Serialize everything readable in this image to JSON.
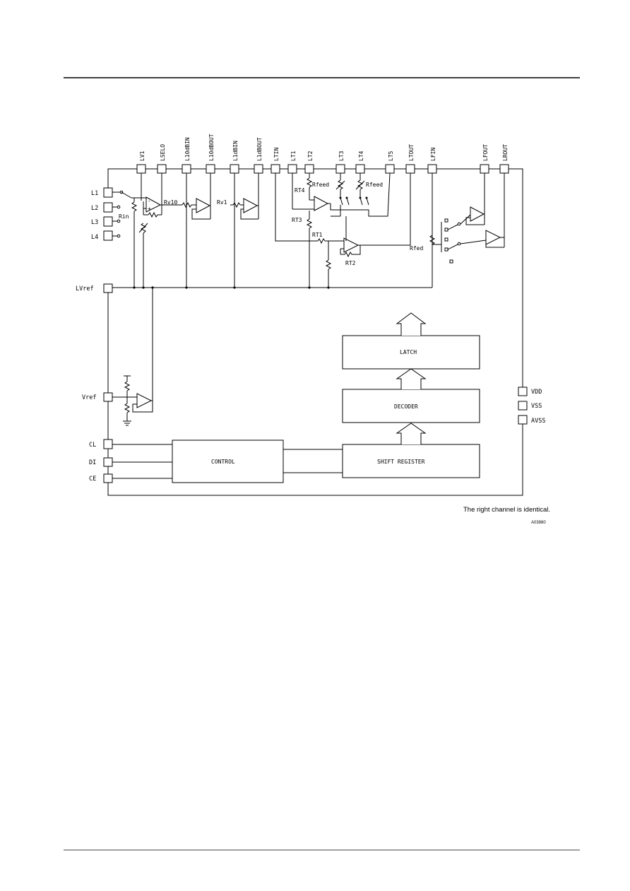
{
  "top_pins": [
    {
      "id": "LV1",
      "label": "LV1"
    },
    {
      "id": "LSELO",
      "label": "LSELO"
    },
    {
      "id": "L10dBIN",
      "label": "L10dBIN"
    },
    {
      "id": "L10dBOUT",
      "label": "L10dBOUT"
    },
    {
      "id": "L1dBIN",
      "label": "L1dBIN"
    },
    {
      "id": "L1dBOUT",
      "label": "L1dBOUT"
    },
    {
      "id": "LTIN",
      "label": "LTIN"
    },
    {
      "id": "LT1",
      "label": "LT1"
    },
    {
      "id": "LT2",
      "label": "LT2"
    },
    {
      "id": "LT3",
      "label": "LT3"
    },
    {
      "id": "LT4",
      "label": "LT4"
    },
    {
      "id": "LT5",
      "label": "LT5"
    },
    {
      "id": "LTOUT",
      "label": "LTOUT"
    },
    {
      "id": "LFIN",
      "label": "LFIN"
    },
    {
      "id": "LFOUT",
      "label": "LFOUT"
    },
    {
      "id": "LROUT",
      "label": "LROUT"
    }
  ],
  "left_pins": [
    {
      "id": "L1",
      "label": "L1"
    },
    {
      "id": "L2",
      "label": "L2"
    },
    {
      "id": "L3",
      "label": "L3"
    },
    {
      "id": "L4",
      "label": "L4"
    },
    {
      "id": "LVref",
      "label": "LVref"
    },
    {
      "id": "Vref",
      "label": "Vref"
    },
    {
      "id": "CL",
      "label": "CL"
    },
    {
      "id": "DI",
      "label": "DI"
    },
    {
      "id": "CE",
      "label": "CE"
    }
  ],
  "right_pins": [
    {
      "id": "VDD",
      "label": "VDD"
    },
    {
      "id": "VSS",
      "label": "VSS"
    },
    {
      "id": "AVSS",
      "label": "AVSS"
    }
  ],
  "component_labels": {
    "rin": "Rin",
    "rv10": "Rv10",
    "rv1": "Rv1",
    "rfeed_lt3": "Rfeed",
    "rfeed_lt4": "Rfeed",
    "rt4": "RT4",
    "rt3": "RT3",
    "rt1": "RT1",
    "rt2": "RT2",
    "rfed": "Rfed"
  },
  "blocks": {
    "latch": "LATCH",
    "decoder": "DECODER",
    "control": "CONTROL",
    "shift_register": "SHIFT REGISTER"
  },
  "note": "The right channel is identical.",
  "figure_code": "A03980"
}
